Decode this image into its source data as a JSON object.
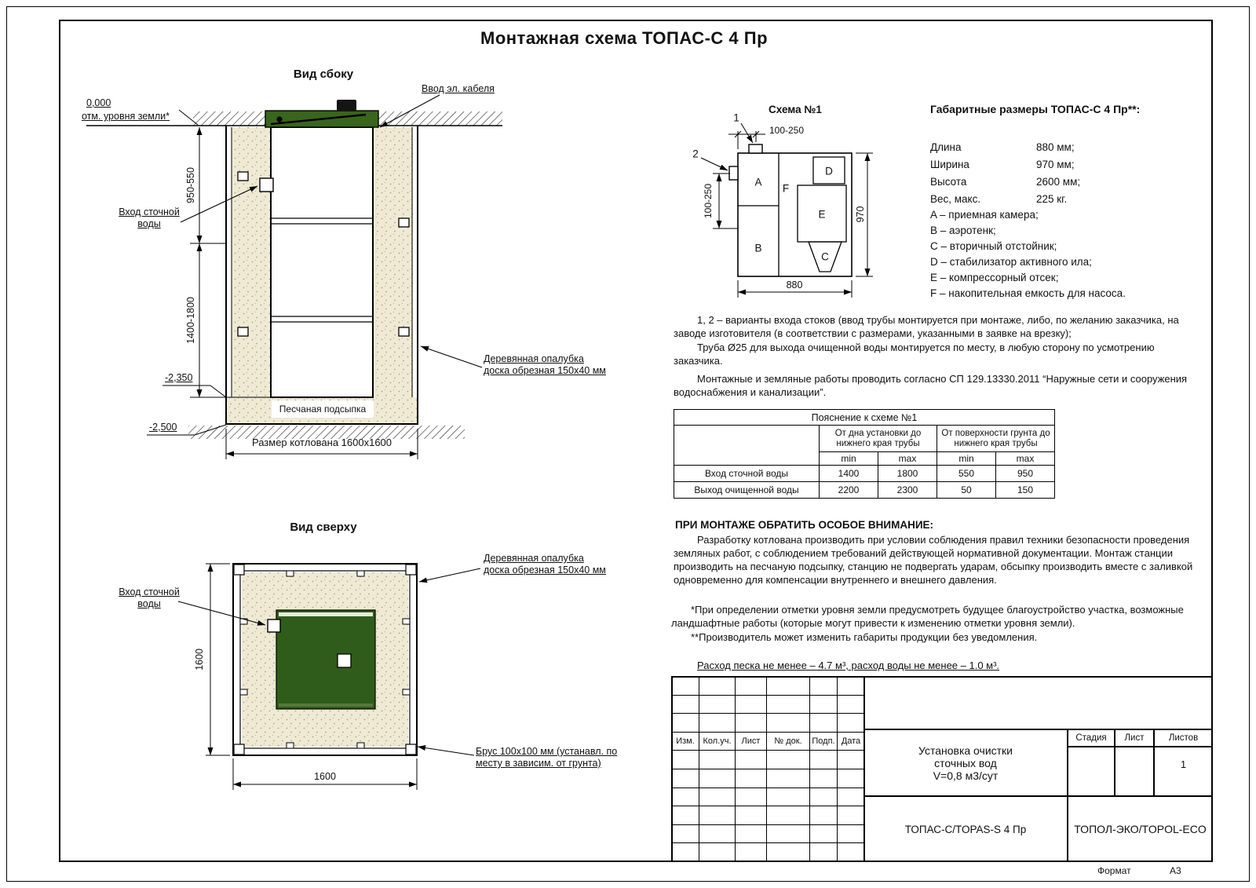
{
  "page": {
    "title": "Монтажная схема ТОПАС-С 4 Пр",
    "format_label": "Формат",
    "format_value": "А3"
  },
  "side_view": {
    "title": "Вид сбоку",
    "zero_mark": "0,000",
    "zero_label": "отм. уровня земли*",
    "cable_label": "Ввод эл. кабеля",
    "dim_upper": "950-550",
    "dim_lower": "1400-1800",
    "inlet_label": "Вход сточной\nводы",
    "mark_minus_2350": "-2,350",
    "mark_minus_2500": "-2,500",
    "formwork_label": "Деревянная опалубка\nдоска обрезная 150х40 мм",
    "sand_label": "Песчаная подсыпка",
    "pit_size_label": "Размер котлована 1600х1600"
  },
  "top_view": {
    "title": "Вид сверху",
    "inlet_label": "Вход сточной\nводы",
    "formwork_label": "Деревянная опалубка\nдоска обрезная 150х40 мм",
    "beam_label": "Брус 100х100 мм (устанавл. по\nместу в зависим. от грунта)",
    "dim_width": "1600",
    "dim_height": "1600"
  },
  "scheme": {
    "title": "Схема №1",
    "marker_1": "1",
    "marker_2": "2",
    "dim_top": "100-250",
    "dim_left": "100-250",
    "dim_width": "880",
    "dim_height": "970",
    "compartments": [
      "A",
      "B",
      "C",
      "D",
      "E",
      "F"
    ]
  },
  "overall": {
    "title": "Габаритные размеры ТОПАС-С 4 Пр**:",
    "rows": [
      {
        "label": "Длина",
        "value": "880 мм;"
      },
      {
        "label": "Ширина",
        "value": "970 мм;"
      },
      {
        "label": "Высота",
        "value": "2600 мм;"
      },
      {
        "label": "Вес, макс.",
        "value": "225 кг."
      }
    ],
    "legend": [
      "A – приемная камера;",
      "B – аэротенк;",
      "C – вторичный отстойник;",
      "D – стабилизатор активного ила;",
      "E – компрессорный отсек;",
      "F – накопительная емкость для насоса."
    ]
  },
  "notes": {
    "variants": "1, 2 – варианты входа  стоков (ввод трубы монтируется при монтаже, либо, по желанию заказчика, на заводе изготовителя (в соответствии с размерами, указанными в заявке на врезку);",
    "pipe": "Труба Ø25 для выхода очищенной воды монтируется по месту, в любую сторону по усмотрению заказчика.",
    "sp": "Монтажные и земляные работы проводить согласно СП 129.13330.2011 “Наружные сети и сооружения водоснабжения и канализации”."
  },
  "table": {
    "title": "Пояснение к схеме №1",
    "group_1": "От дна установки до нижнего края трубы",
    "group_2": "От поверхности грунта до нижнего края трубы",
    "min": "min",
    "max": "max",
    "rows": [
      {
        "label": "Вход сточной воды",
        "v1": "1400",
        "v2": "1800",
        "v3": "550",
        "v4": "950"
      },
      {
        "label": "Выход очищенной воды",
        "v1": "2200",
        "v2": "2300",
        "v3": "50",
        "v4": "150"
      }
    ]
  },
  "attention": {
    "title": "ПРИ МОНТАЖЕ ОБРАТИТЬ ОСОБОЕ ВНИМАНИЕ:",
    "body": "Разработку котлована производить при условии соблюдения правил техники безопасности проведения земляных работ, с соблюдением требований действующей нормативной документации. Монтаж станции производить на песчаную подсыпку, станцию не подвергать ударам, обсыпку производить вместе с заливкой одновременно для компенсации внутреннего и внешнего давления.",
    "note_1": "*При определении отметки уровня земли предусмотреть будущее благоустройство участка, возможные ландшафтные работы (которые могут привести к изменению отметки уровня земли).",
    "note_2": "**Производитель может изменить габариты продукции без уведомления.",
    "consumption": "Расход песка не менее – 4.7 м³, расход воды не менее – 1.0 м³."
  },
  "title_block": {
    "headers": [
      "Изм.",
      "Кол.уч.",
      "Лист",
      "№ док.",
      "Подп.",
      "Дата"
    ],
    "doc_title": "Установка очистки\nсточных вод\nV=0,8 м3/сут",
    "stage_label": "Стадия",
    "sheet_label": "Лист",
    "sheets_label": "Листов",
    "sheets_value": "1",
    "model": "ТОПАС-С/TOPAS-S 4 Пр",
    "company": "ТОПОЛ-ЭКО/TOPOL-ECO"
  }
}
